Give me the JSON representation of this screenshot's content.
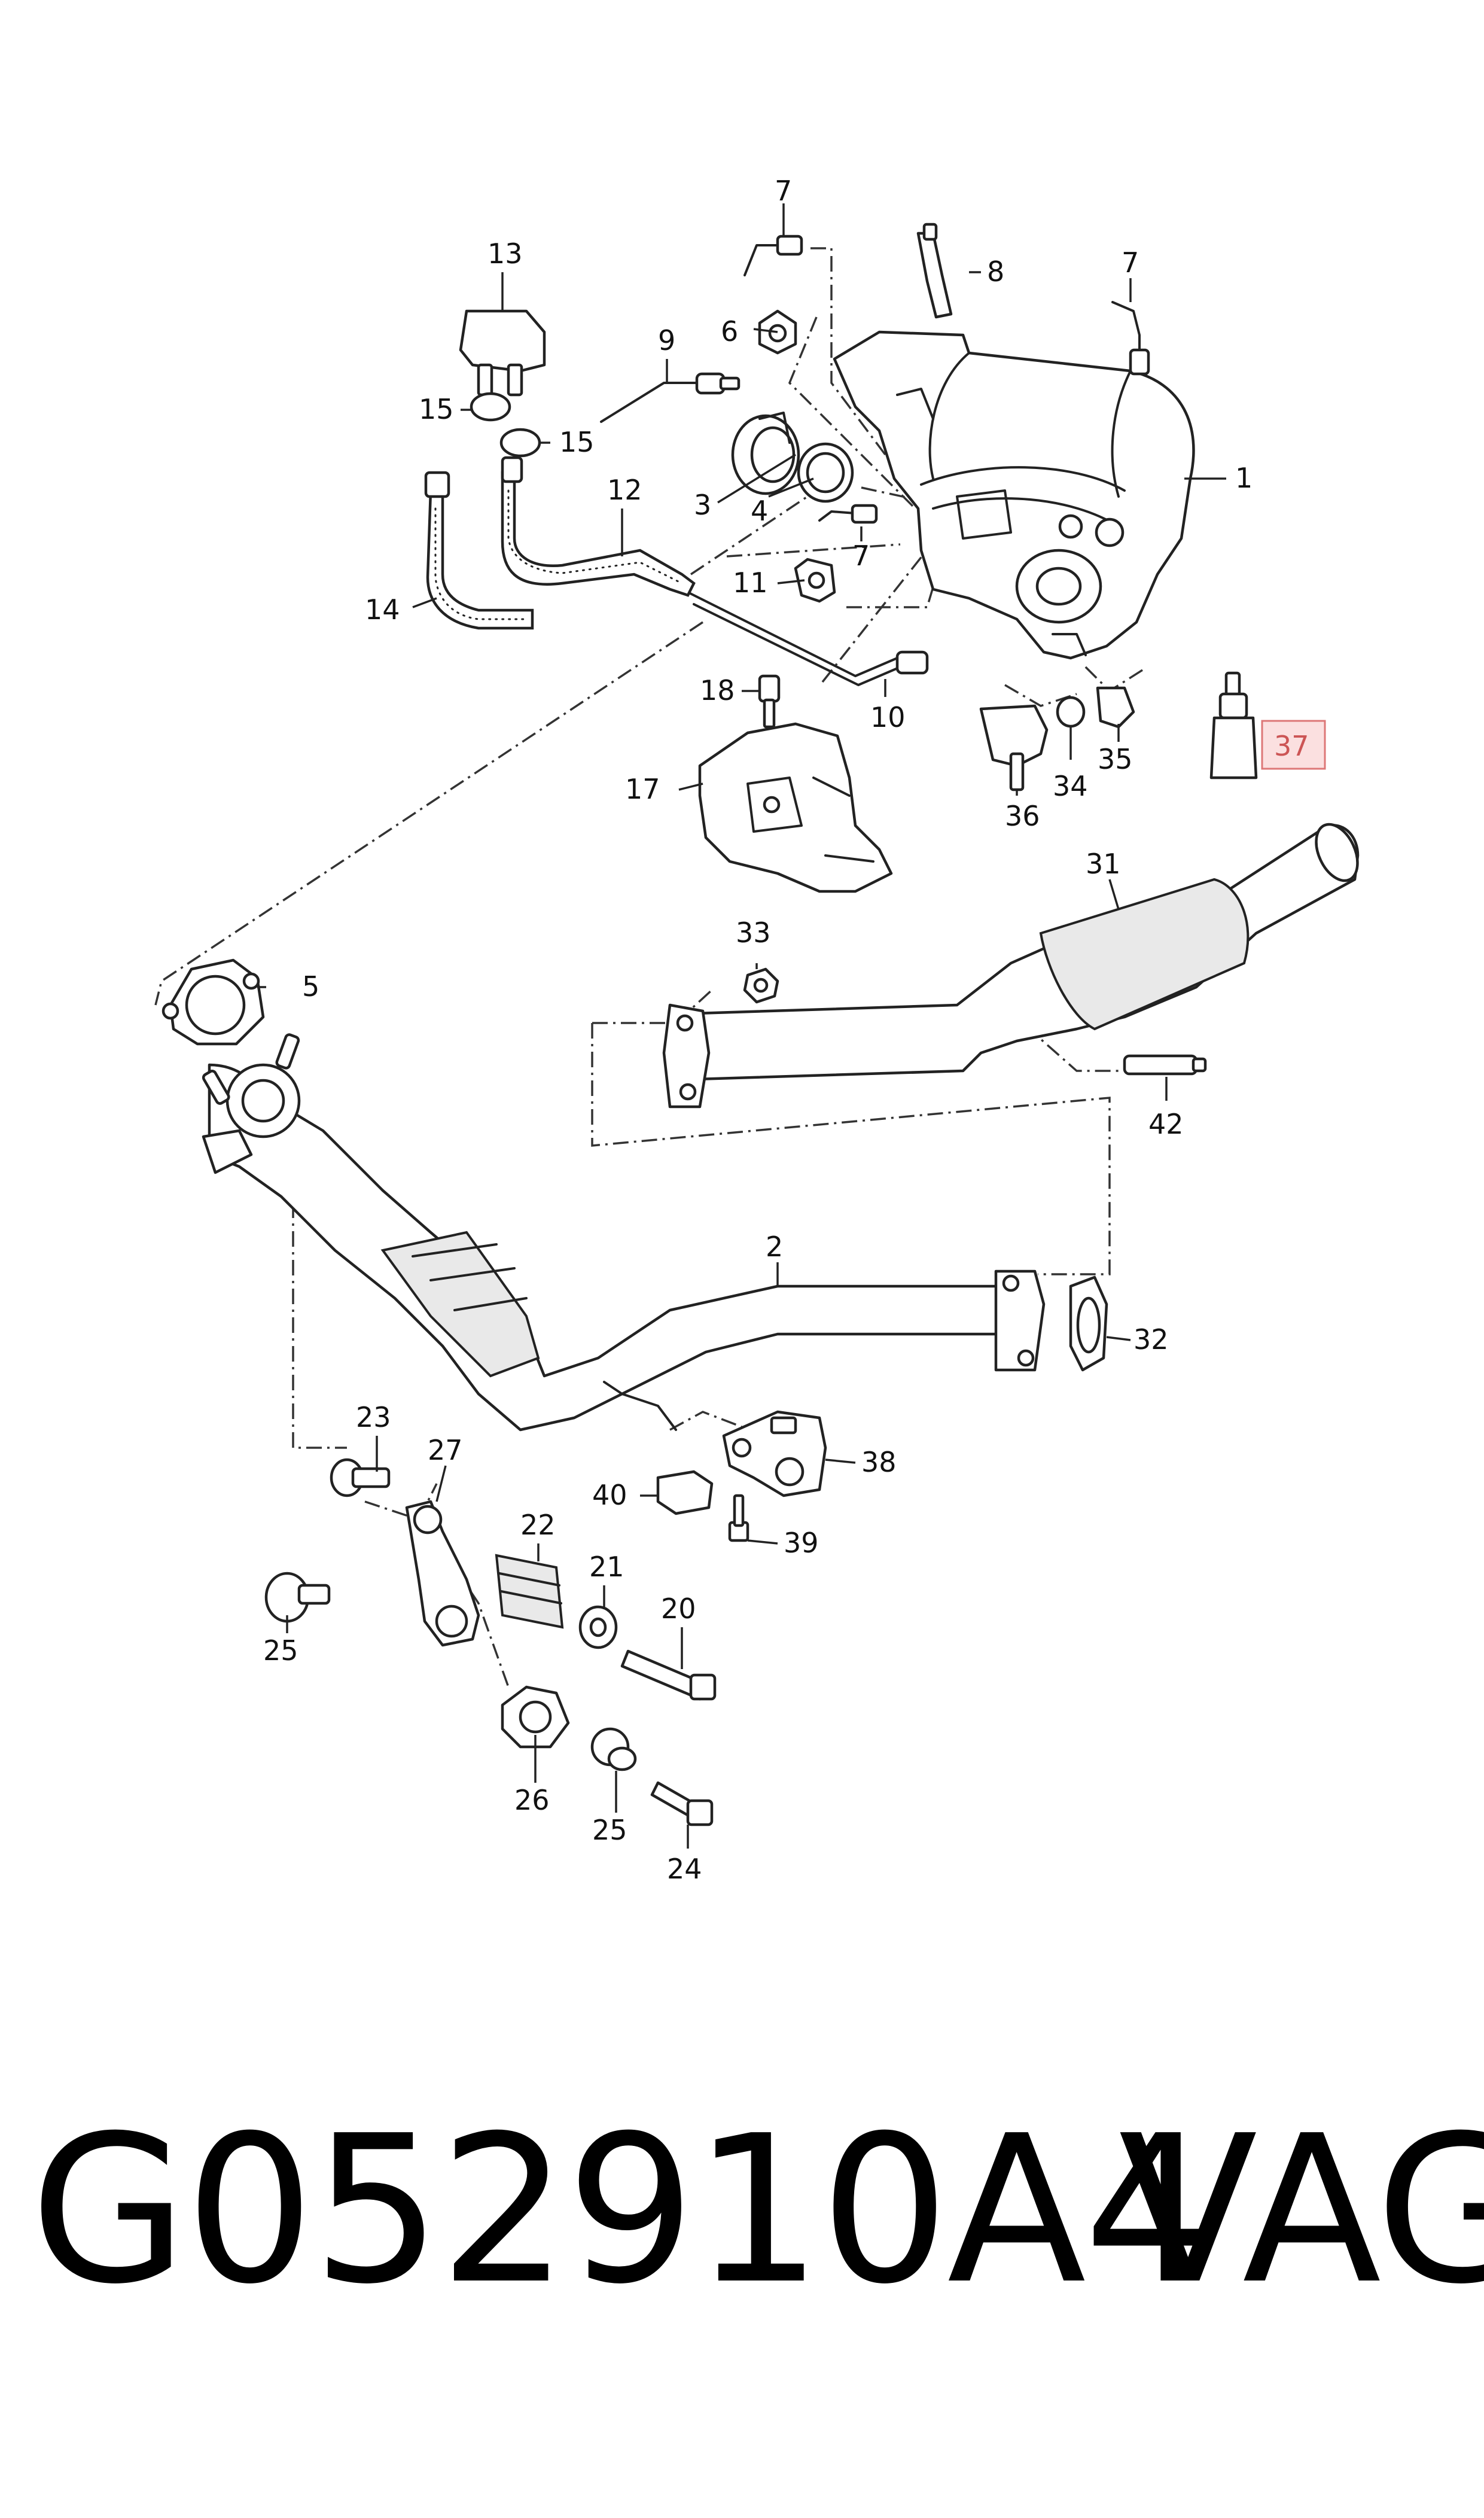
{
  "callouts": {
    "c1": "1",
    "c2": "2",
    "c3": "3",
    "c4": "4",
    "c5": "5",
    "c6": "6",
    "c7a": "7",
    "c7b": "7",
    "c7c": "7",
    "c8": "8",
    "c9": "9",
    "c10": "10",
    "c11": "11",
    "c12": "12",
    "c13": "13",
    "c14": "14",
    "c15a": "15",
    "c15b": "15",
    "c17": "17",
    "c18": "18",
    "c20": "20",
    "c21": "21",
    "c22": "22",
    "c23": "23",
    "c24": "24",
    "c25a": "25",
    "c25b": "25",
    "c26": "26",
    "c27": "27",
    "c31": "31",
    "c32": "32",
    "c33": "33",
    "c34": "34",
    "c35": "35",
    "c36": "36",
    "c37": "37",
    "c38": "38",
    "c39": "39",
    "c40": "40",
    "c42": "42"
  },
  "highlight": {
    "part": "37",
    "color": "#fbe0e0",
    "border": "#dd7777"
  },
  "caption": {
    "part_number": "G052910A4",
    "brand": "VAG"
  }
}
